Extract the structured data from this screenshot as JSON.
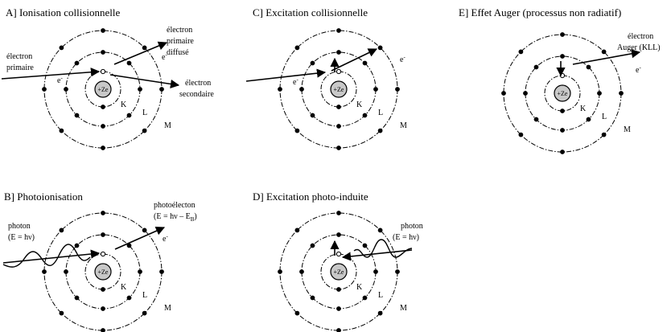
{
  "panels": {
    "A": {
      "title": "A] Ionisation collisionnelle",
      "incoming_label": [
        "électron",
        "primaire"
      ],
      "scattered_label": [
        "électron",
        "primaire",
        "diffusé"
      ],
      "secondary_label": [
        "électron",
        "secondaire"
      ],
      "electron": "e",
      "electron_sup": "-"
    },
    "B": {
      "title": "B] Photoionisation",
      "photon_label": [
        "photon",
        "(E = hν)"
      ],
      "photoelectron_label": [
        "photoélecton",
        "(E = hν – E"
      ],
      "photoelectron_sub": "B",
      "photoelectron_close": ")",
      "electron": "e",
      "electron_sup": "-"
    },
    "C": {
      "title": "C] Excitation collisionnelle",
      "electron": "e",
      "electron_sup": "-"
    },
    "D": {
      "title": "D] Excitation photo-induite",
      "photon_label": [
        "photon",
        "(E = hν)"
      ]
    },
    "E": {
      "title": "E] Effet Auger (processus non radiatif)",
      "auger_label": [
        "électron",
        "Auger (KLL)"
      ],
      "electron": "e",
      "electron_sup": "-"
    }
  },
  "atom": {
    "nucleus": "+Ze",
    "shells": [
      "K",
      "L",
      "M"
    ]
  }
}
